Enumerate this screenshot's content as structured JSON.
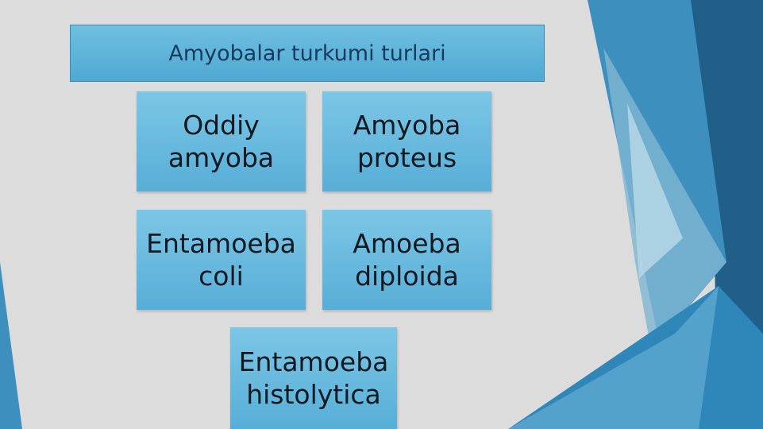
{
  "title": "Amyobalar turkumi turlari",
  "boxes": [
    {
      "lines": [
        "Oddiy",
        "amyoba"
      ]
    },
    {
      "lines": [
        "Amyoba",
        "proteus"
      ]
    },
    {
      "lines": [
        "Entamoeba",
        "coli"
      ]
    },
    {
      "lines": [
        "Amoeba",
        "diploida"
      ]
    },
    {
      "lines": [
        "Entamoeba",
        "histolytica"
      ]
    }
  ],
  "colors": {
    "background": "#dcdcdc",
    "accent_dark": "#1f5f8a",
    "accent_light": "#6fbfe0",
    "box_fill": "#6cbbe0",
    "text_dark": "#101820"
  }
}
